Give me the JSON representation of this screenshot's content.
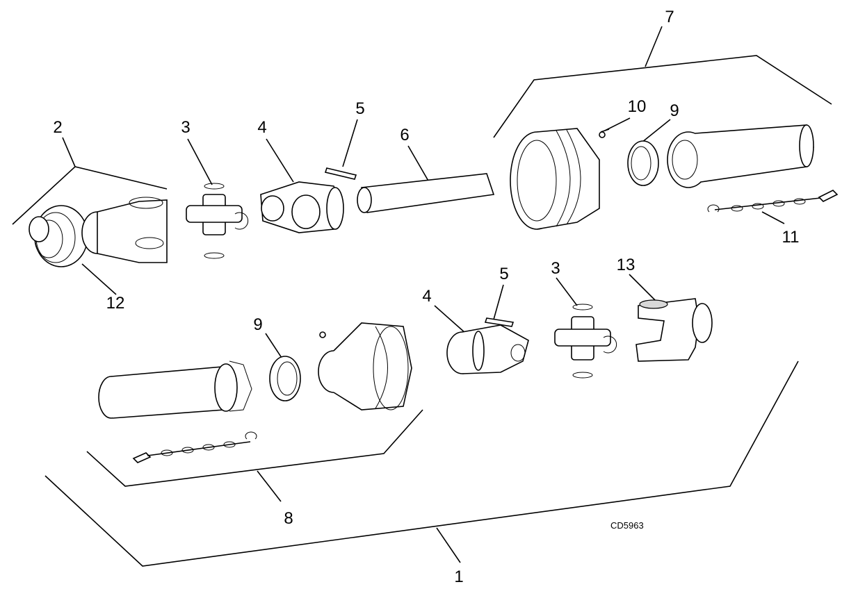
{
  "figure_id": "CD5963",
  "callouts": {
    "c1": "1",
    "c2": "2",
    "c3a": "3",
    "c3b": "3",
    "c4a": "4",
    "c4b": "4",
    "c5a": "5",
    "c5b": "5",
    "c6": "6",
    "c7": "7",
    "c8": "8",
    "c9a": "9",
    "c9b": "9",
    "c10": "10",
    "c11": "11",
    "c12": "12",
    "c13": "13"
  }
}
